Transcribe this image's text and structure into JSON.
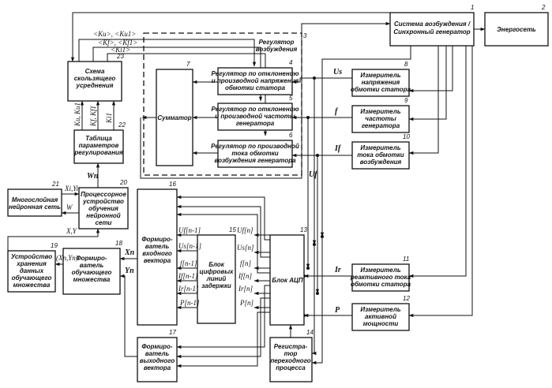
{
  "blocks": {
    "b1": {
      "num": "1",
      "lines": [
        "Система возбуждения /",
        "Синхронный генератор"
      ]
    },
    "b2": {
      "num": "2",
      "lines": [
        "Энергосеть"
      ]
    },
    "b3": {
      "num": "3",
      "lines": [
        "Регулятор",
        "возбуждения"
      ]
    },
    "b4": {
      "num": "4",
      "lines": [
        "Регулятор по отклонению",
        "и производной напряжения",
        "обмотки статора"
      ]
    },
    "b5": {
      "num": "5",
      "lines": [
        "Регулятор по отклонению",
        "и производной частоты",
        "генератора"
      ]
    },
    "b6": {
      "num": "6",
      "lines": [
        "Регулятор по производной",
        "тока обмотки",
        "возбуждения генератора"
      ]
    },
    "b7": {
      "num": "7",
      "lines": [
        "Сумматор"
      ]
    },
    "b8": {
      "num": "8",
      "lines": [
        "Измеритель",
        "напряжения",
        "обмотки статора"
      ]
    },
    "b9": {
      "num": "9",
      "lines": [
        "Измеритель",
        "частоты",
        "генератора"
      ]
    },
    "b10": {
      "num": "10",
      "lines": [
        "Измеритель",
        "тока обмотки",
        "возбуждения"
      ]
    },
    "b11": {
      "num": "11",
      "lines": [
        "Измеритель",
        "реактивного тока",
        "обмотки статора"
      ]
    },
    "b12": {
      "num": "12",
      "lines": [
        "Измеритель",
        "активной",
        "мощности"
      ]
    },
    "b13": {
      "num": "13",
      "lines": [
        "Блок АЦП"
      ]
    },
    "b14": {
      "num": "14",
      "lines": [
        "Регистра-",
        "тор",
        "переходного",
        "процесса"
      ]
    },
    "b15": {
      "num": "15",
      "lines": [
        "Блок",
        "цифровых",
        "линий",
        "задержки"
      ]
    },
    "b16": {
      "num": "16",
      "lines": [
        "Формиро-",
        "ватель",
        "входного",
        "вектора"
      ]
    },
    "b17": {
      "num": "17",
      "lines": [
        "Формиро-",
        "ватель",
        "выходного",
        "вектора"
      ]
    },
    "b18": {
      "num": "18",
      "lines": [
        "Формиро-",
        "ватель",
        "обучающего",
        "множества"
      ]
    },
    "b19": {
      "num": "19",
      "lines": [
        "Устройство",
        "хранения",
        "данных",
        "обучающего",
        "множества"
      ]
    },
    "b20": {
      "num": "20",
      "lines": [
        "Процессорное",
        "устройство",
        "обучения",
        "нейронной",
        "сети"
      ]
    },
    "b21": {
      "num": "21",
      "lines": [
        "Многослойная",
        "нейронная сеть"
      ]
    },
    "b22": {
      "num": "22",
      "lines": [
        "Таблица",
        "параметров",
        "регулирования"
      ]
    },
    "b23": {
      "num": "23",
      "lines": [
        "Схема",
        "скользящего",
        "усреднения"
      ]
    }
  },
  "signals": {
    "ku_top": "<Ku>, <Ku1>",
    "kf_top": "<Kf>, <Kf1>",
    "ki1_top": "<Ki1>",
    "ku_vert": "Ku, Ku1",
    "kf_vert": "Kf, Kf1",
    "ki1_vert": "Ki1",
    "us": "Us",
    "f": "f",
    "if": "If",
    "uf": "Uf",
    "ir": "Ir",
    "p": "P",
    "wn": "Wn",
    "xiyi": "Xi,Yi",
    "w": "W",
    "xy": "X,Y",
    "xnyn": "(Xn,Yn)",
    "xn": "Xn",
    "yn": "Yn",
    "delay_in": [
      "Uf[n]",
      "Us[n]",
      "f[n]",
      "If[n]",
      "Ir[n]",
      "P[n]"
    ],
    "delay_out": [
      "Uf[n-1]",
      "Us[n-1]",
      "f[n-1]",
      "If[n-1]",
      "Ir[n-1]",
      "P[n-1]"
    ]
  }
}
